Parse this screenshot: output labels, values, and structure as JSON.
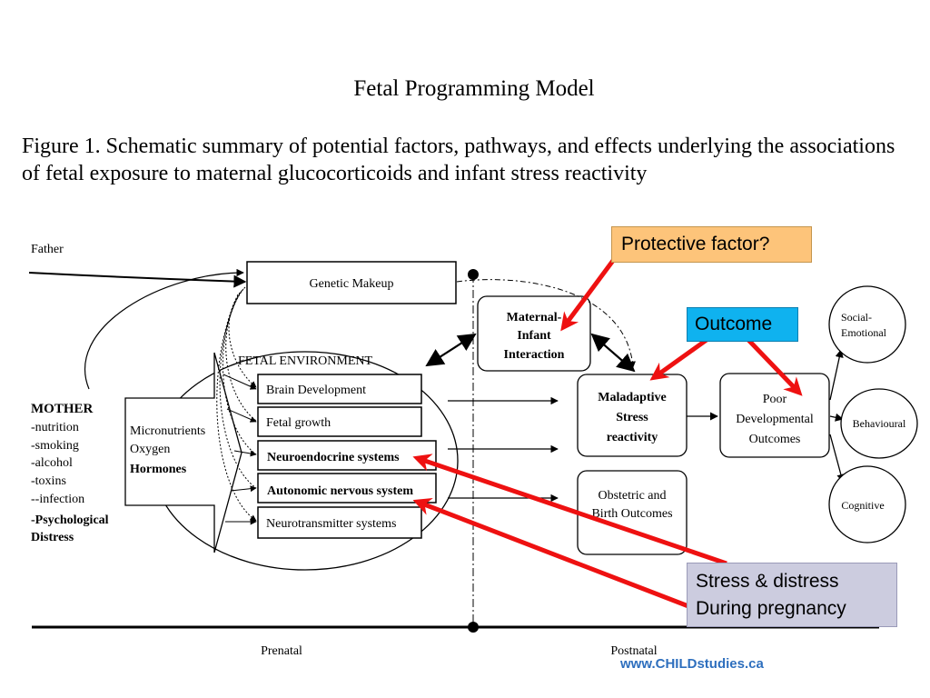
{
  "title": "Fetal Programming Model",
  "caption": "Figure 1. Schematic summary of potential factors, pathways, and effects underlying the associations of fetal exposure to maternal glucocorticoids and infant stress reactivity",
  "diagram": {
    "father": "Father",
    "mother": {
      "heading": "MOTHER",
      "items": [
        "-nutrition",
        "-smoking",
        "-alcohol",
        "-toxins",
        "--infection"
      ],
      "psych_line1": "-Psychological",
      "psych_line2": "Distress"
    },
    "genetic": "Genetic Makeup",
    "fetal_env": "FETAL ENVIRONMENT",
    "mediators": [
      "Micronutrients",
      "Oxygen",
      "Hormones"
    ],
    "systems": [
      "Brain Development",
      "Fetal growth",
      "Neuroendocrine systems",
      "Autonomic nervous system",
      "Neurotransmitter systems"
    ],
    "mii": [
      "Maternal-",
      "Infant",
      "Interaction"
    ],
    "msr": [
      "Maladaptive",
      "Stress",
      "reactivity"
    ],
    "obstetric": [
      "Obstetric and",
      "Birth Outcomes"
    ],
    "pdo": [
      "Poor",
      "Developmental",
      "Outcomes"
    ],
    "social": [
      "Social-",
      "Emotional"
    ],
    "behavioural": "Behavioural",
    "cognitive": "Cognitive",
    "prenatal": "Prenatal",
    "postnatal": "Postnatal"
  },
  "callouts": {
    "protective": "Protective factor?",
    "outcome": "Outcome",
    "stress_line1": "Stress & distress",
    "stress_line2": "During pregnancy"
  },
  "url": "www.CHILDstudies.ca",
  "colors": {
    "protective_bg": "#fdc47a",
    "outcome_bg": "#0fb2ef",
    "stress_bg": "#ccccdf",
    "arrow_red": "#ee1111",
    "url_blue": "#2e6fbe"
  }
}
